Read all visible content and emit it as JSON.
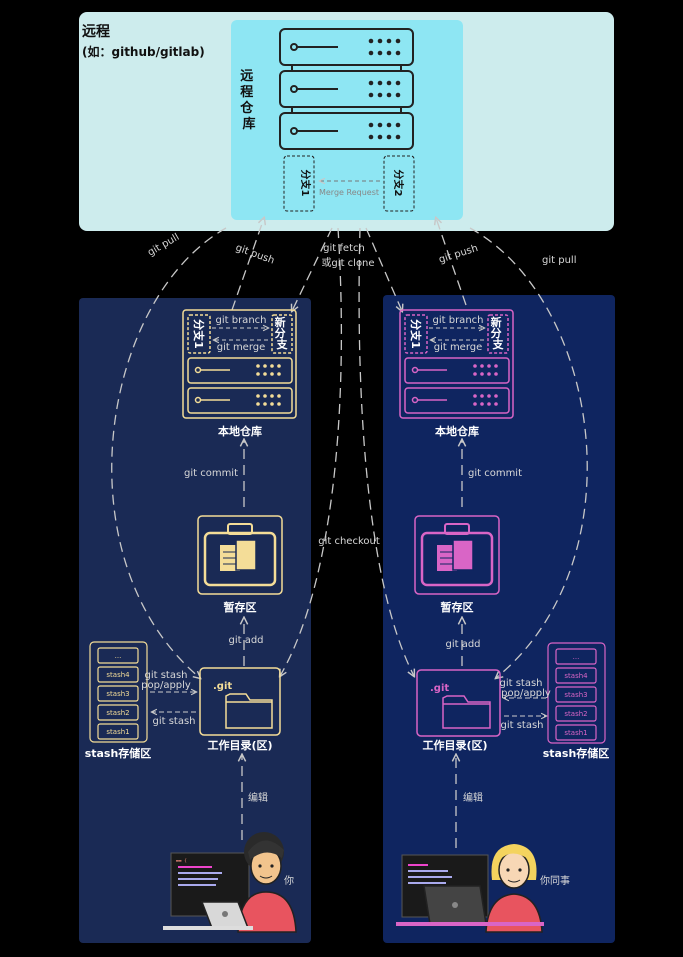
{
  "remote": {
    "title": "远程",
    "subtitle": "(如：github/gitlab)",
    "repo_label": "远程仓库",
    "branch1": "分支1",
    "branch2": "分支2",
    "merge_request": "Merge Request"
  },
  "arrows": {
    "git_pull": "git pull",
    "git_push": "git push",
    "git_fetch": "git fetch",
    "git_clone": "或git clone",
    "git_checkout": "git checkout",
    "git_commit": "git commit",
    "git_add": "git add",
    "git_branch": "git branch",
    "git_merge": "git merge",
    "git_stash_pop": "git stash",
    "git_stash_pop2": "pop/apply",
    "git_stash": "git stash",
    "edit": "编辑"
  },
  "local": {
    "branch": "分支1",
    "new_branch": "新分支",
    "repo_label": "本地仓库",
    "staging_label": "暂存区",
    "workdir_label": "工作目录(区)",
    "git_folder": ".git",
    "stash_label": "stash存储区",
    "stash_items": [
      "...",
      "stash4",
      "stash3",
      "stash2",
      "stash1"
    ]
  },
  "people": {
    "you": "你",
    "colleague": "你同事"
  },
  "colors": {
    "remote_bg": "#cdeced",
    "remote_repo_bg": "#8ee6f3",
    "left_panel": "#1a2a55",
    "right_panel": "#0f2560",
    "left_accent": "#f4dd98",
    "right_accent": "#d965c6"
  }
}
